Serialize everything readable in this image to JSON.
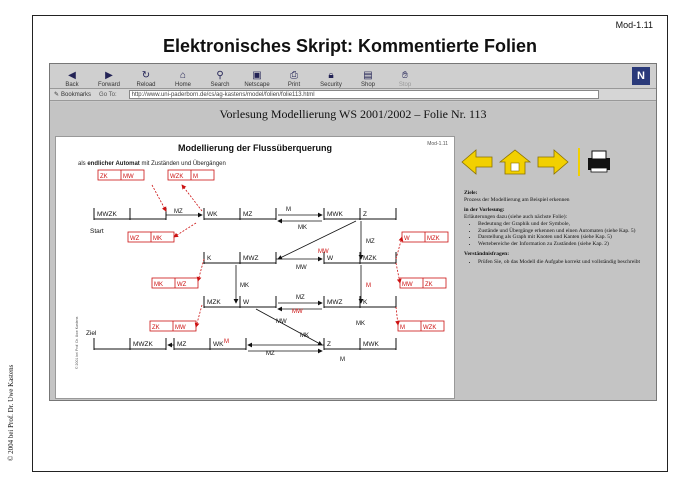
{
  "slide_id": "Mod-1.11",
  "title": "Elektronisches Skript: Kommentierte Folien",
  "copyright": "© 2004 bei Prof. Dr. Uwe Kastens",
  "toolbar": [
    {
      "label": "Back",
      "icon": "back-arrow-icon"
    },
    {
      "label": "Forward",
      "icon": "forward-arrow-icon"
    },
    {
      "label": "Reload",
      "icon": "reload-icon"
    },
    {
      "label": "Home",
      "icon": "home-icon"
    },
    {
      "label": "Search",
      "icon": "search-icon"
    },
    {
      "label": "Netscape",
      "icon": "netscape-icon"
    },
    {
      "label": "Print",
      "icon": "print-icon"
    },
    {
      "label": "Security",
      "icon": "lock-icon"
    },
    {
      "label": "Shop",
      "icon": "shop-icon"
    },
    {
      "label": "Stop",
      "icon": "stop-icon"
    }
  ],
  "location": {
    "bookmarks": "Bookmarks",
    "goto": "Go To:",
    "url": "http://www.uni-paderborn.de/cs/ag-kastens/model/folien/folie113.html"
  },
  "lecture_title": "Vorlesung Modellierung WS 2001/2002 – Folie Nr. 113",
  "diagram": {
    "id": "Mod-1.11",
    "title": "Modellierung der Flussüberquerung",
    "subtitle_prefix": "als ",
    "subtitle_bold": "endlicher Automat",
    "subtitle_suffix": " mit Zuständen und Übergängen",
    "start_label": "Start",
    "goal_label": "Ziel",
    "vertical_note": "© 2001 bei Prof. Dr. Uwe Kastens",
    "states": [
      {
        "id": "s1",
        "l": "MWZK",
        "r": ""
      },
      {
        "id": "s2",
        "l": "WK",
        "r": "MZ"
      },
      {
        "id": "s3",
        "l": "MWK",
        "r": "Z"
      },
      {
        "id": "s4",
        "l": "K",
        "r": "MWZ"
      },
      {
        "id": "s5",
        "l": "W",
        "r": "MZK"
      },
      {
        "id": "s6",
        "l": "MZK",
        "r": "W"
      },
      {
        "id": "s7",
        "l": "MWZ",
        "r": "K"
      },
      {
        "id": "s8",
        "l": "Z",
        "r": "MWK"
      },
      {
        "id": "s9",
        "l": "MZ",
        "r": "WK"
      },
      {
        "id": "s10",
        "l": "",
        "r": "MWZK"
      }
    ],
    "dead_states": [
      {
        "l": "ZK",
        "r": "MW"
      },
      {
        "l": "WZK",
        "r": "M"
      },
      {
        "l": "WZ",
        "r": "MK"
      },
      {
        "l": "MK",
        "r": "WZ"
      },
      {
        "l": "W",
        "r": "MZK"
      },
      {
        "l": "MW",
        "r": "ZK"
      },
      {
        "l": "ZK",
        "r": "MW"
      },
      {
        "l": "M",
        "r": "WZK"
      }
    ],
    "edge_labels": [
      "MZ",
      "M",
      "MK",
      "MW",
      "MZ",
      "MW",
      "MK",
      "M",
      "MZ",
      "MW",
      "MK",
      "M",
      "MZ",
      "M",
      "MK",
      "MW"
    ]
  },
  "sidebar": {
    "goals_head": "Ziele:",
    "goals_text": "Prozess der Modellierung am Beispiel erkennen",
    "lecture_head": "in der Vorlesung:",
    "lecture_text": "Erläuterungen dazu (siehe auch nächste Folie):",
    "lecture_items": [
      "Bedeutung der Graphik und der Symbole,",
      "Zustände und Übergänge erkennen und einen Automaten (siehe Kap. 5)",
      "Darstellung als Graph mit Knoten und Kanten (siehe Kap. 5)",
      "Wertebereiche der Information zu Zuständen (siehe Kap. 2)"
    ],
    "check_head": "Verständnisfragen:",
    "check_items": [
      "Prüfen Sie, ob das Modell die Aufgabe korrekt und vollständig beschreibt"
    ]
  },
  "colors": {
    "nav_yellow": "#f2d000",
    "dead_red": "#cc1111",
    "ink": "#111111"
  }
}
